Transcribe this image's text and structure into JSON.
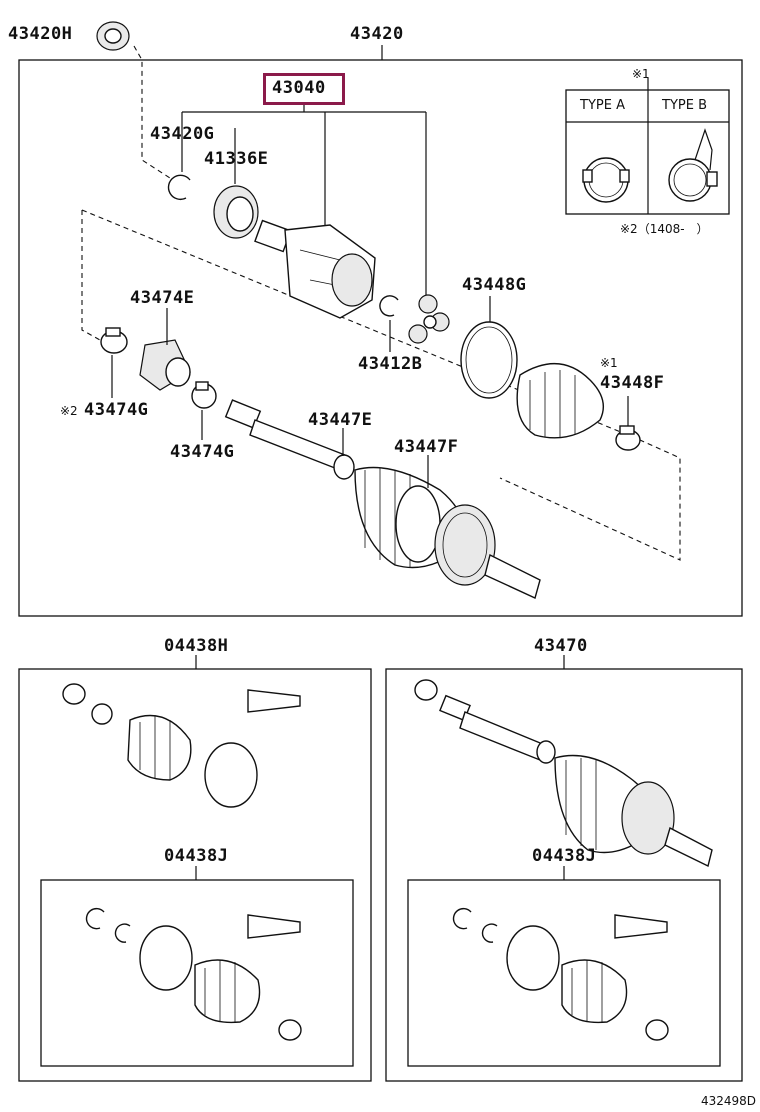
{
  "labels": {
    "p43420h": "43420H",
    "p43420": "43420",
    "p43040": "43040",
    "p43420g": "43420G",
    "p41336e": "41336E",
    "p43474e": "43474E",
    "p43448g": "43448G",
    "p43412b": "43412B",
    "p43448f": "43448F",
    "p43474g_note": "※2",
    "p43474g_a": "43474G",
    "p43474g_b": "43474G",
    "p43447e": "43447E",
    "p43447f": "43447F",
    "p04438h": "04438H",
    "p43470": "43470",
    "p04438j_left": "04438J",
    "p04438j_right": "04438J"
  },
  "notes": {
    "type_header_mark": "※1",
    "type_a": "TYPE A",
    "type_b": "TYPE B",
    "type_date": "※2（1408-　）",
    "mark_43448f": "※1"
  },
  "figure_id": "432498D",
  "colors": {
    "highlight": "#8b1a4a",
    "line": "#111111"
  }
}
